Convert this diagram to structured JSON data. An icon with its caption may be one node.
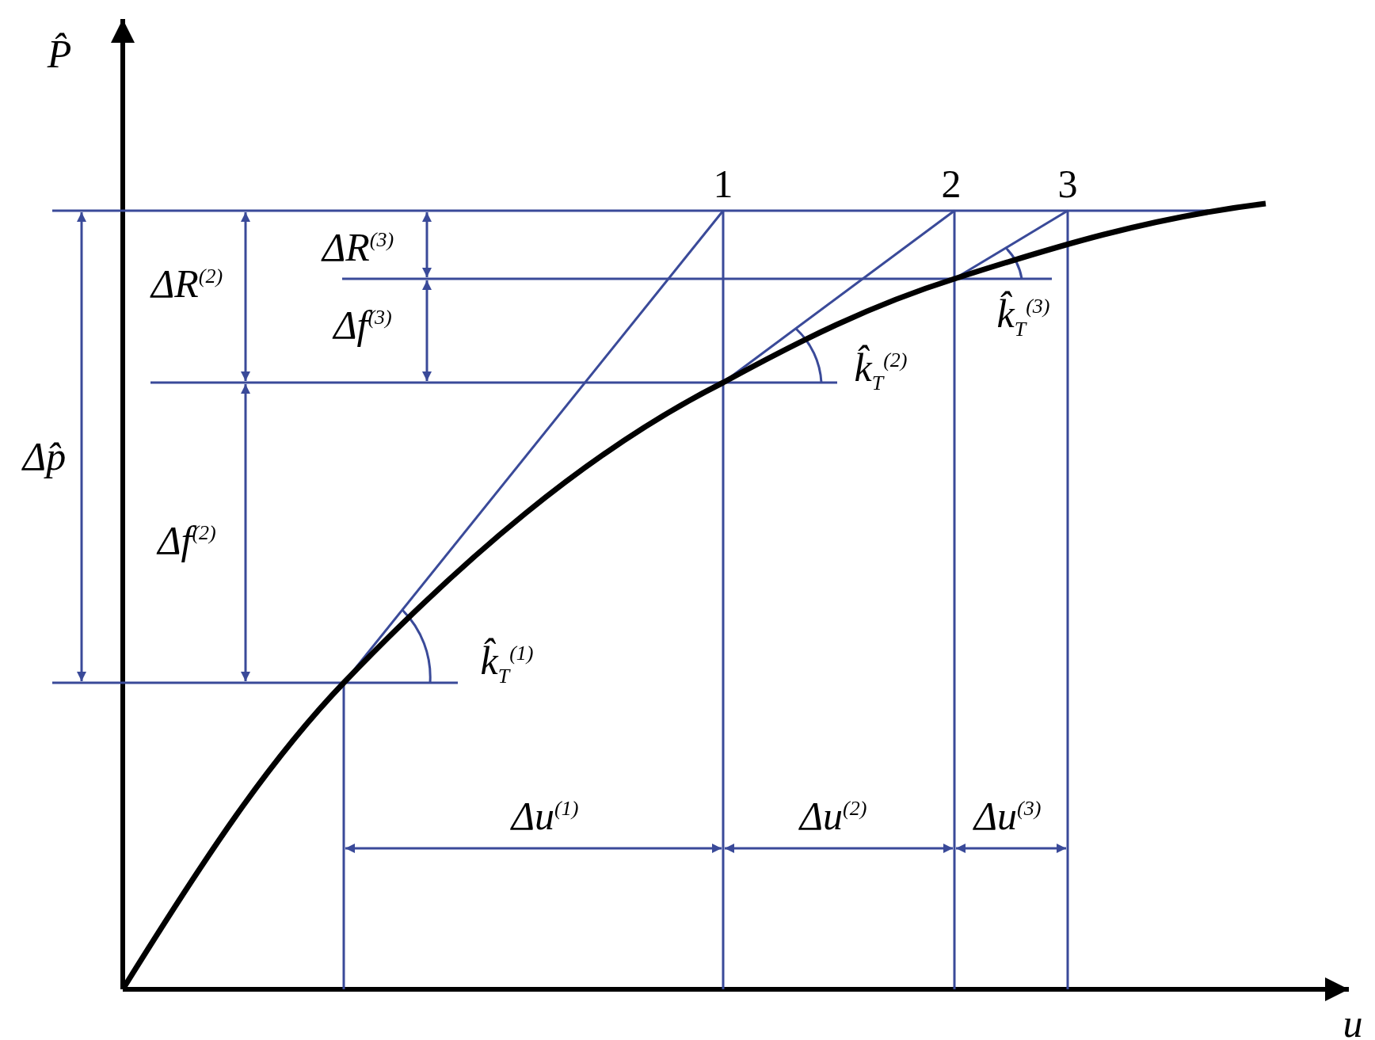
{
  "diagram": {
    "labels": [
      "P̂",
      "1",
      "2",
      "3",
      "ΔR$^{(3)}$",
      "ΔR$^{(2)}$",
      "Δf$^{(3)}$",
      "k̂$_{T}$$^{(3)}$",
      "k̂$_{T}$$^{(2)}$",
      "Δp̂",
      "Δf$^{(2)}$",
      "k̂$_{T}$$^{(1)}$",
      "Δu$^{(1)}$",
      "Δu$^{(2)}$",
      "Δu$^{(3)}$",
      "u"
    ]
  }
}
